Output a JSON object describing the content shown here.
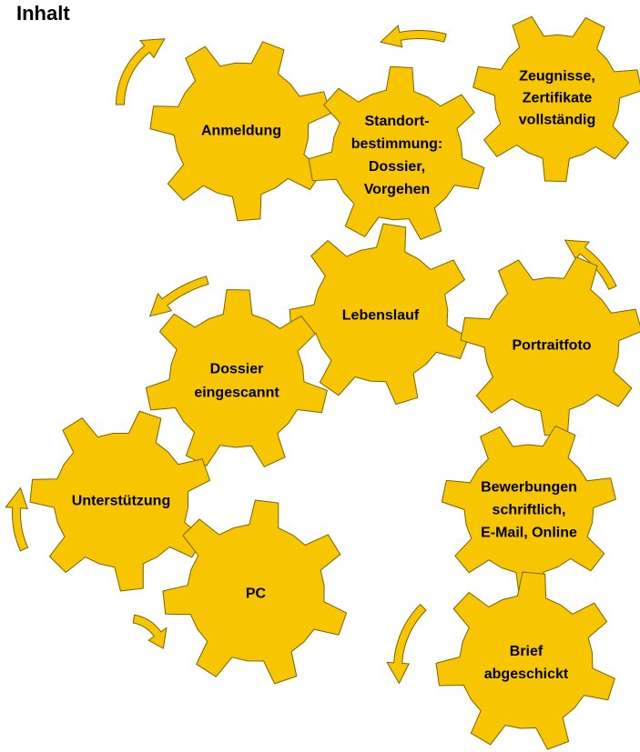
{
  "title": "Inhalt",
  "colors": {
    "gear_fill": "#F7C600",
    "gear_stroke": "#7A6400",
    "arrow_fill": "#F7C600",
    "arrow_stroke": "#7A6400",
    "text": "#000000"
  },
  "gears": [
    {
      "id": "anmeldung",
      "lines": [
        "Anmeldung"
      ]
    },
    {
      "id": "standort",
      "lines": [
        "Standort-",
        "bestimmung:",
        "Dossier,",
        "Vorgehen"
      ]
    },
    {
      "id": "zeugnisse",
      "lines": [
        "Zeugnisse,",
        "Zertifikate",
        "vollständig"
      ]
    },
    {
      "id": "lebenslauf",
      "lines": [
        "Lebenslauf"
      ]
    },
    {
      "id": "portraitfoto",
      "lines": [
        "Portraitfoto"
      ]
    },
    {
      "id": "dossier",
      "lines": [
        "Dossier",
        "eingescannt"
      ]
    },
    {
      "id": "unterstuetzung",
      "lines": [
        "Unterstützung"
      ]
    },
    {
      "id": "pc",
      "lines": [
        "PC"
      ]
    },
    {
      "id": "bewerbungen",
      "lines": [
        "Bewerbungen",
        "schriftlich,",
        "E-Mail, Online"
      ]
    },
    {
      "id": "brief",
      "lines": [
        "Brief",
        "abgeschickt"
      ]
    }
  ],
  "arrows": [
    {
      "id": "arrow-anmeldung"
    },
    {
      "id": "arrow-standort"
    },
    {
      "id": "arrow-portrait"
    },
    {
      "id": "arrow-dossier"
    },
    {
      "id": "arrow-unterstuetzung"
    },
    {
      "id": "arrow-pc"
    },
    {
      "id": "arrow-brief"
    }
  ]
}
